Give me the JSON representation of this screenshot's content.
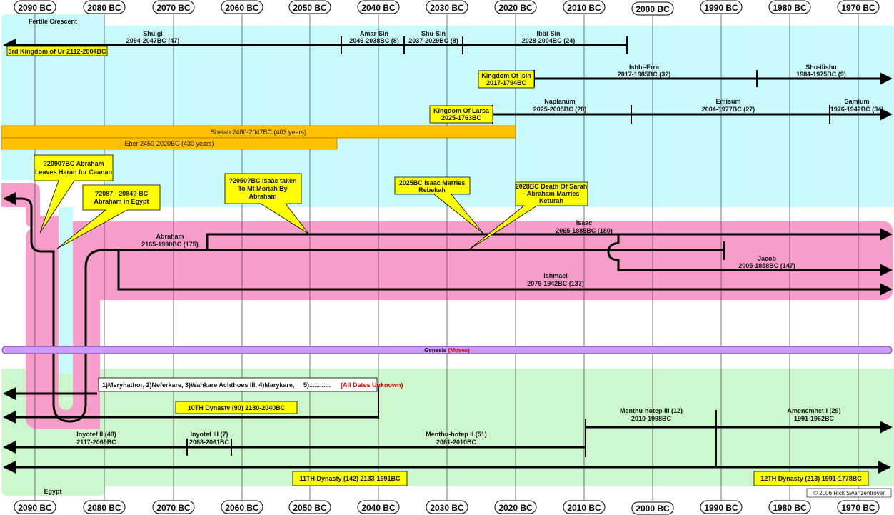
{
  "timeline": {
    "top_years": [
      "2090 BC",
      "2080 BC",
      "2070 BC",
      "2060 BC",
      "2050 BC",
      "2040 BC",
      "2030 BC",
      "2020 BC",
      "2010 BC",
      "2000 BC",
      "1990 BC",
      "1980 BC",
      "1970 BC"
    ],
    "bottom_years": [
      "2090 BC",
      "2080 BC",
      "2070 BC",
      "2060 BC",
      "2050 BC",
      "2040 BC",
      "2030 BC",
      "2020 BC",
      "2010 BC",
      "2000 BC",
      "1990 BC",
      "1980 BC",
      "1970 BC"
    ]
  },
  "regions": {
    "fertile_crescent": "Fertile Crescent",
    "egypt": "Egypt"
  },
  "ur": {
    "kingdom_label": "3rd Kingdom of Ur 2112-2004BC",
    "kings": [
      {
        "name": "Shulgi",
        "dates": "2094-2047BC (47)"
      },
      {
        "name": "Amar-Sin",
        "dates": "2046-2038BC (8)"
      },
      {
        "name": "Shu-Sin",
        "dates": "2037-2029BC (8)"
      },
      {
        "name": "Ibbi-Sin",
        "dates": "2028-2004BC (24)"
      }
    ]
  },
  "isin": {
    "kingdom_label_1": "Kingdom Of Isin",
    "kingdom_label_2": "2017-1794BC",
    "kings": [
      {
        "name": "Ishbi-Erra",
        "dates": "2017-1985BC (32)"
      },
      {
        "name": "Shu-ilishu",
        "dates": "1984-1975BC (9)"
      }
    ]
  },
  "larsa": {
    "kingdom_label_1": "Kingdom Of Larsa",
    "kingdom_label_2": "2025-1763BC",
    "kings": [
      {
        "name": "Naplanum",
        "dates": "2025-2005BC (20)"
      },
      {
        "name": "Emisum",
        "dates": "2004-1977BC (27)"
      },
      {
        "name": "Samium",
        "dates": "1976-1942BC (34)"
      }
    ]
  },
  "patriarchs_bars": {
    "shelah": "Shelah 2480-2047BC (403 years)",
    "eber": "Eber 2450-2020BC (430 years)"
  },
  "events": {
    "leaves_haran": [
      "?2090?BC Abraham",
      "Leaves Haran for Caanan"
    ],
    "in_egypt": [
      "?2087 - 2084? BC",
      "Abraham in Egypt"
    ],
    "moriah": [
      "?2050?BC Isaac taken",
      "To Mt Moriah By",
      "Abraham"
    ],
    "marries": [
      "2025BC Isaac Marries",
      "Rebekah"
    ],
    "sarah": [
      "2028BC Death Of Sarah",
      "- Abraham Marries",
      "Keturah"
    ]
  },
  "people": {
    "abraham": {
      "name": "Abraham",
      "dates": "2165-1990BC (175)"
    },
    "isaac": {
      "name": "Isaac",
      "dates": "2065-1885BC (180)"
    },
    "jacob": {
      "name": "Jacob",
      "dates": "2005-1858BC (147)"
    },
    "ishmael": {
      "name": "Ishmael",
      "dates": "2079-1942BC (137)"
    }
  },
  "genesis": {
    "label": "Genesis",
    "author": "(Moses)"
  },
  "egypt": {
    "dynasty10_kings": "1)Meryhathor, 2)Neferkare, 3)Wahkare Achthoes III, 4)Marykare,     5)............",
    "dynasty10_note": "(All Dates Unknown)",
    "dynasty10_label": "10TH Dynasty (90) 2130-2040BC",
    "kings": [
      {
        "name": "Inyotef II (48)",
        "dates": "2117-2069BC"
      },
      {
        "name": "Inyotef III (7)",
        "dates": "2068-2061BC"
      },
      {
        "name": "Menthu-hotep II (51)",
        "dates": "2061-2010BC"
      },
      {
        "name": "Menthu-hotep III (12)",
        "dates": "2010-1998BC"
      },
      {
        "name": "Amenemhet I (29)",
        "dates": "1991-1962BC"
      }
    ],
    "dynasty11_label": "11TH Dynasty (142) 2133-1991BC",
    "dynasty12_label": "12TH Dynasty (213) 1991-1778BC"
  },
  "copyright": "© 2006 Rick Swartzentrover",
  "colors": {
    "fertile": "#c8fafc",
    "egypt": "#ccf7cc",
    "pink": "#f79dca",
    "yellow": "#ffff00",
    "orange": "#ffc000",
    "purple": "#cc99ff"
  }
}
